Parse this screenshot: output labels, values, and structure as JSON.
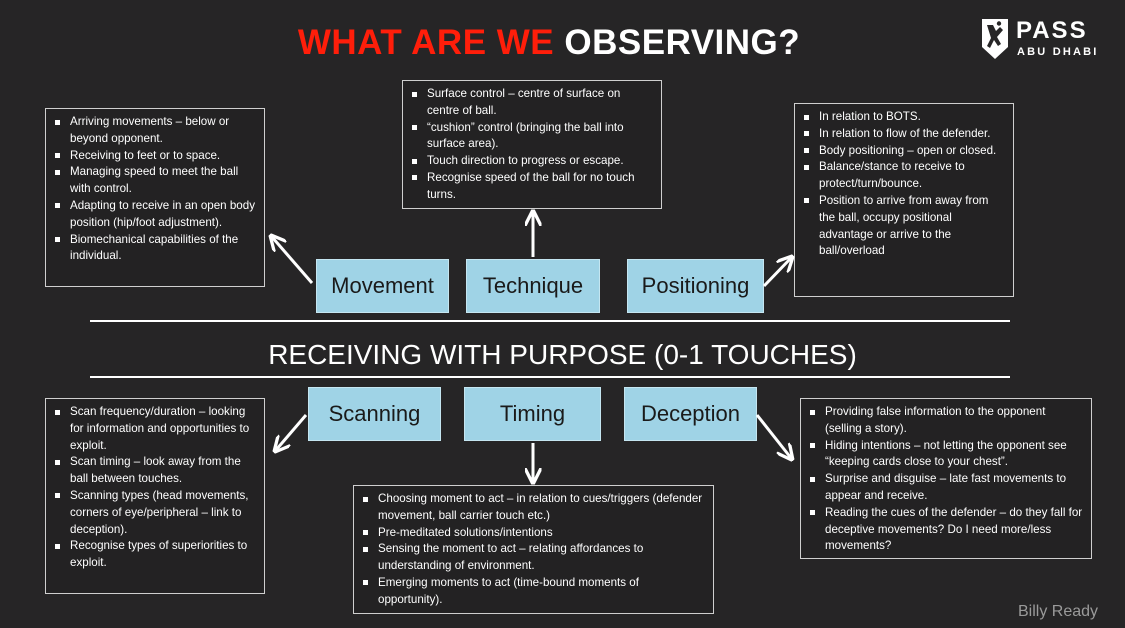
{
  "title": {
    "part_red": "WHAT ARE WE",
    "part_white": "OBSERVING?"
  },
  "logo": {
    "main": "PASS",
    "sub": "ABU DHABI"
  },
  "center_title": "RECEIVING WITH PURPOSE (0-1 TOUCHES)",
  "credit": "Billy Ready",
  "pills": {
    "movement": "Movement",
    "technique": "Technique",
    "positioning": "Positioning",
    "scanning": "Scanning",
    "timing": "Timing",
    "deception": "Deception"
  },
  "boxes": {
    "movement": [
      "Arriving movements – below or beyond opponent.",
      "Receiving to feet or to space.",
      "Managing speed to meet the ball with control.",
      "Adapting to receive in an open body position (hip/foot adjustment).",
      "Biomechanical capabilities of the individual."
    ],
    "technique": [
      "Surface control – centre of surface on centre of ball.",
      "“cushion” control (bringing the ball into surface area).",
      "Touch direction to progress or escape.",
      "Recognise speed of the ball for no touch turns."
    ],
    "positioning": [
      "In relation to BOTS.",
      "In relation to flow of the defender.",
      "Body positioning – open or closed.",
      "Balance/stance to receive to protect/turn/bounce.",
      "Position to arrive from away from the ball, occupy positional advantage or arrive to the ball/overload"
    ],
    "scanning": [
      "Scan frequency/duration – looking for information and opportunities to exploit.",
      "Scan timing – look away from the ball between touches.",
      "Scanning types (head movements, corners of eye/peripheral – link to deception).",
      "Recognise types of superiorities to exploit."
    ],
    "timing": [
      "Choosing moment to act – in relation to cues/triggers (defender movement, ball carrier touch etc.)",
      "Pre-meditated solutions/intentions",
      "Sensing the moment to act – relating affordances to understanding of environment.",
      "Emerging moments to act (time-bound moments of opportunity)."
    ],
    "deception": [
      "Providing false information to the opponent (selling a story).",
      "Hiding intentions – not letting the opponent see “keeping cards close to your chest”.",
      "Surprise and disguise – late fast movements to appear and receive.",
      "Reading the cues of the defender – do they fall for deceptive movements? Do I need more/less movements?"
    ]
  }
}
